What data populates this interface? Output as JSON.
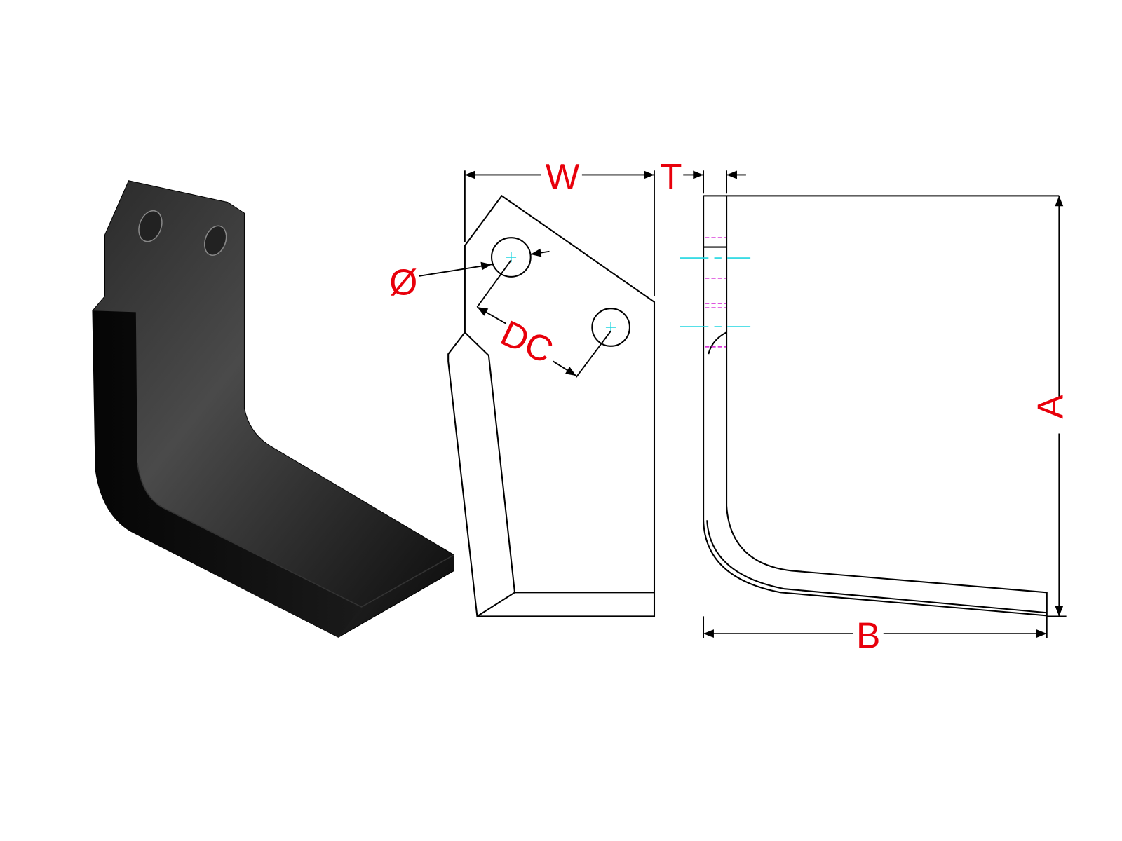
{
  "labels": {
    "width": "W",
    "thickness": "T",
    "diameter": "Ø",
    "hole_distance": "DC",
    "height": "A",
    "length": "B"
  },
  "colors": {
    "label": "#e8000b",
    "centerline": "#1fd6e0",
    "hidden": "#d21bd2",
    "part": "#111111"
  }
}
